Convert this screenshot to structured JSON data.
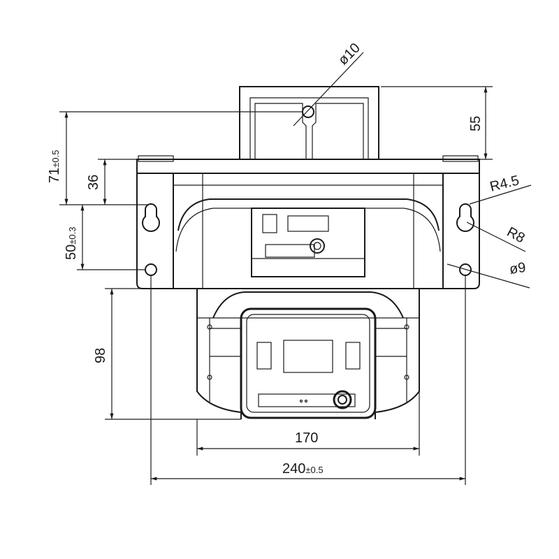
{
  "dimensions": {
    "hole_top": "ø10",
    "bracket_height": "55",
    "height_71": "71",
    "height_71_tol": "±0.5",
    "height_36": "36",
    "height_50": "50",
    "height_50_tol": "±0.3",
    "height_98": "98",
    "slot_radius_small": "R4.5",
    "slot_radius_large": "R8",
    "hole_side": "ø9",
    "width_170": "170",
    "width_240": "240",
    "width_240_tol": "±0.5"
  }
}
